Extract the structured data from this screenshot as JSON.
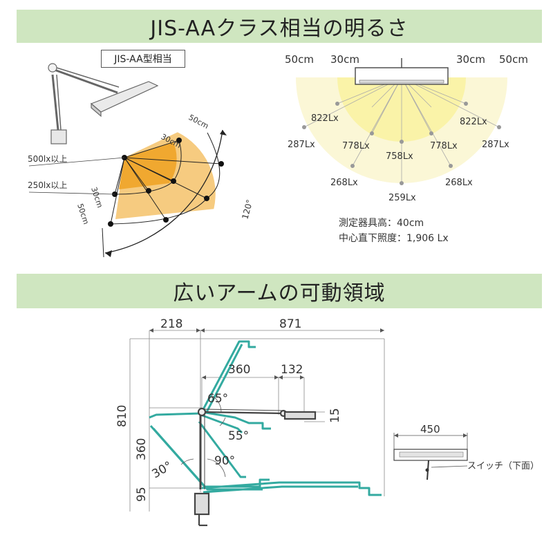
{
  "section1": {
    "title": "JIS-AAクラス相当の明るさ",
    "badge": "JIS-AA型相当",
    "left_fan": {
      "labels": [
        "500lx以上",
        "250lx以上"
      ],
      "radii": [
        "30cm",
        "50cm",
        "30cm",
        "50cm"
      ],
      "angle": "120°"
    },
    "right_fan": {
      "top_labels": [
        "50cm",
        "30cm",
        "30cm",
        "50cm"
      ],
      "lux_ring1": [
        "822Lx",
        "822Lx"
      ],
      "lux_ring2": [
        "287Lx",
        "778Lx",
        "758Lx",
        "778Lx",
        "287Lx"
      ],
      "lux_ring3": [
        "268Lx",
        "259Lx",
        "268Lx"
      ],
      "notes": [
        "測定器具高：40cm",
        "中心直下照度：1,906 Lx"
      ]
    }
  },
  "section2": {
    "title": "広いアームの可動領域",
    "dims": {
      "top_left": "218",
      "top_right": "871",
      "mid_a": "360",
      "mid_b": "132",
      "height_total": "810",
      "height_mid": "360",
      "height_base": "95",
      "head_thick": "15",
      "head_width": "450"
    },
    "angles": [
      "65°",
      "55°",
      "30°",
      "90°"
    ],
    "switch_label": "スイッチ（下面）"
  },
  "colors": {
    "banner": "#cfe6c0",
    "fan_inner": "#f0a830",
    "fan_outer": "#f6cb80",
    "light_inner": "#faf3a8",
    "light_outer": "#fbf7d6",
    "arm": "#33aaa0"
  }
}
